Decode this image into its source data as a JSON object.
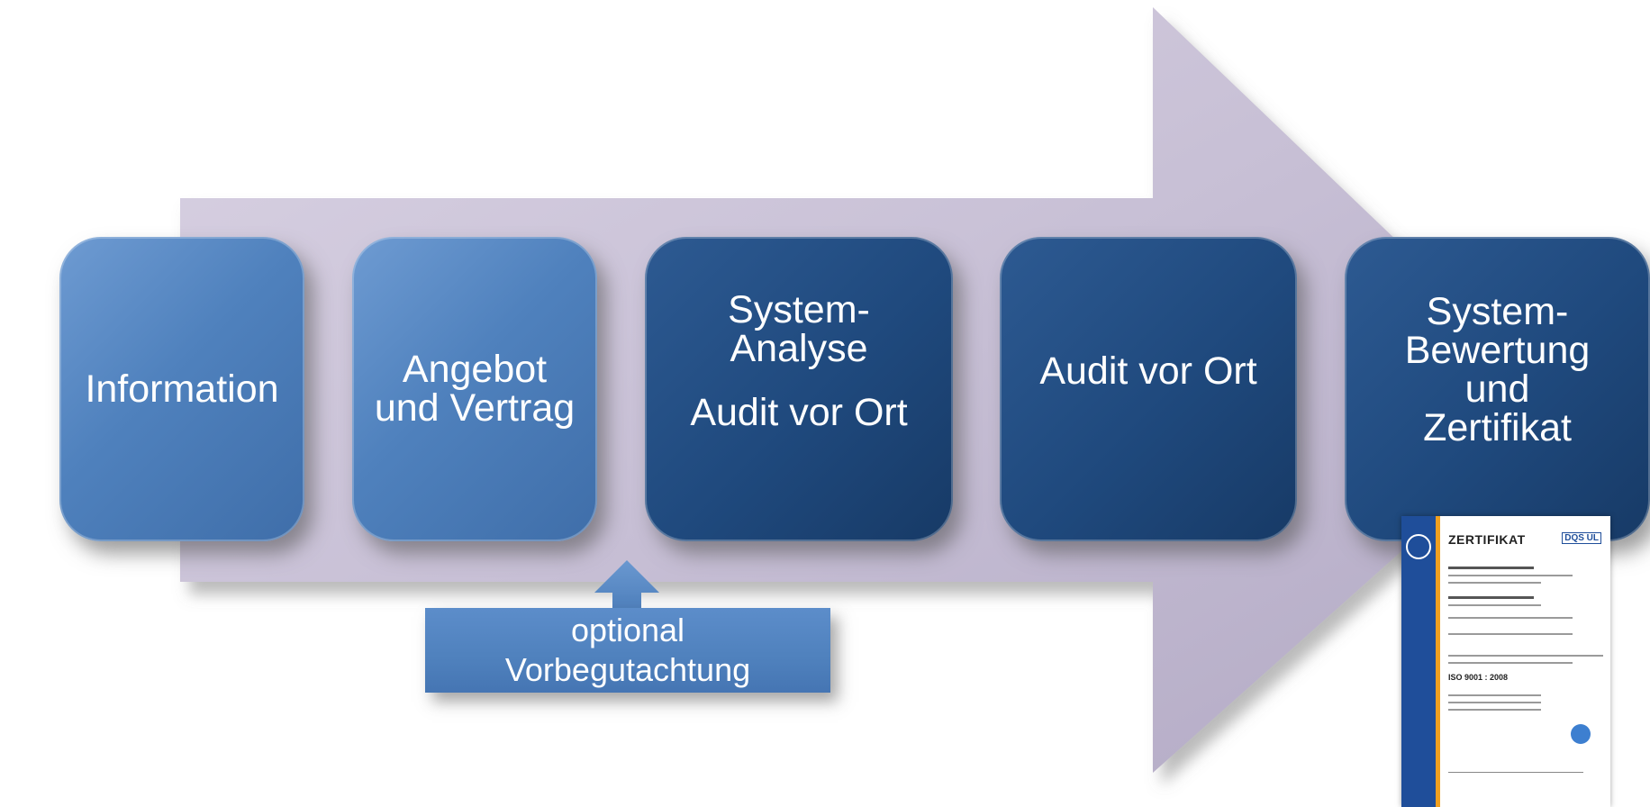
{
  "steps": [
    {
      "lines": [
        "Information"
      ]
    },
    {
      "lines": [
        "Angebot",
        "und Vertrag"
      ]
    },
    {
      "lines": [
        "System-",
        "Analyse"
      ],
      "lines2": [
        "Audit vor Ort"
      ]
    },
    {
      "lines": [
        "Audit vor Ort"
      ]
    },
    {
      "lines": [
        "System-",
        "Bewertung",
        "und",
        "Zertifikat"
      ]
    }
  ],
  "optional": {
    "line1": "optional",
    "line2": "Vorbegutachtung"
  },
  "certificate": {
    "title": "ZERTIFIKAT",
    "logo": "DQS UL",
    "standard": "ISO 9001 : 2008"
  },
  "colors": {
    "light_box": "#4f81bd",
    "dark_box": "#1f497d",
    "arrow_body": "#c8c0d6"
  }
}
